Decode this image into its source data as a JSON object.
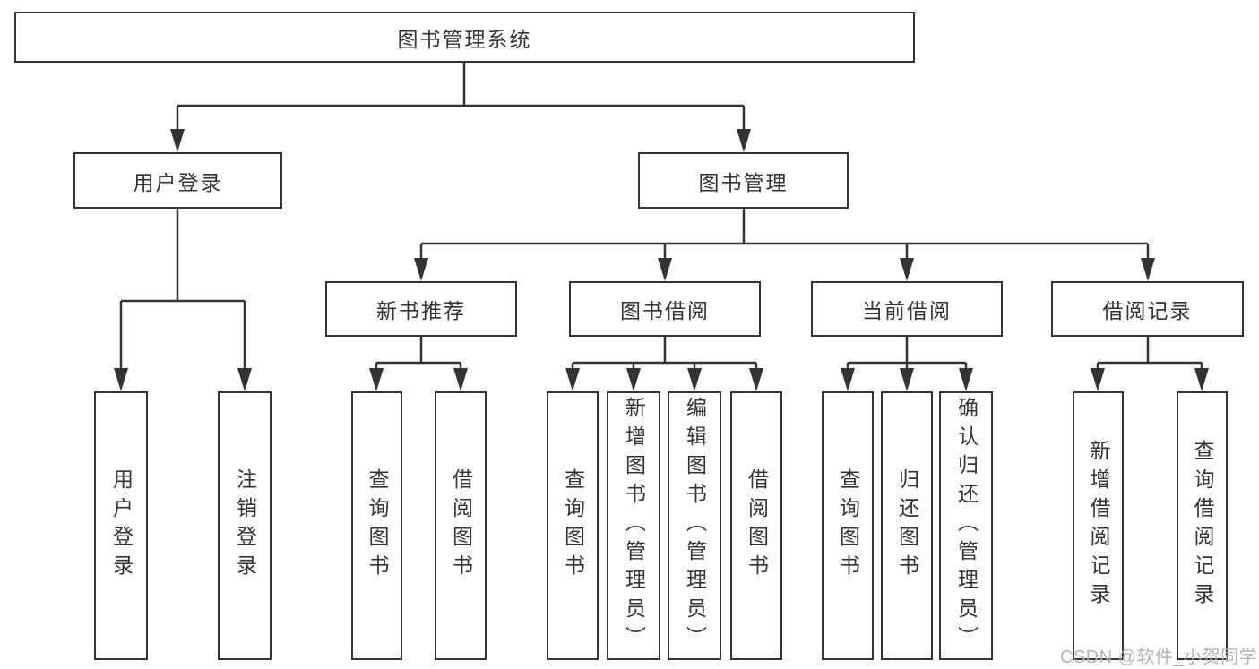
{
  "diagram": {
    "type": "hierarchy-chart",
    "title": "图书管理系统",
    "nodes": {
      "root": {
        "label": "图书管理系统"
      },
      "user_login": {
        "label": "用户登录"
      },
      "book_mgmt": {
        "label": "图书管理"
      },
      "new_book_rec": {
        "label": "新书推荐"
      },
      "book_borrow": {
        "label": "图书借阅"
      },
      "current_borrow": {
        "label": "当前借阅"
      },
      "borrow_records": {
        "label": "借阅记录"
      },
      "leaf_login": {
        "label": "用户登录"
      },
      "leaf_logout": {
        "label": "注销登录"
      },
      "leaf_nb_query": {
        "label": "查询图书"
      },
      "leaf_nb_borrow": {
        "label": "借阅图书"
      },
      "leaf_bb_query": {
        "label": "查询图书"
      },
      "leaf_bb_add": {
        "label": "新增图书（管理员）"
      },
      "leaf_bb_edit": {
        "label": "编辑图书（管理员）"
      },
      "leaf_bb_borrow": {
        "label": "借阅图书"
      },
      "leaf_cb_query": {
        "label": "查询图书"
      },
      "leaf_cb_return": {
        "label": "归还图书"
      },
      "leaf_cb_confirm": {
        "label": "确认归还（管理员）"
      },
      "leaf_br_add": {
        "label": "新增借阅记录"
      },
      "leaf_br_query": {
        "label": "查询借阅记录"
      }
    },
    "edges": [
      {
        "from": "root",
        "to": [
          "user_login",
          "book_mgmt"
        ]
      },
      {
        "from": "user_login",
        "to": [
          "leaf_login",
          "leaf_logout"
        ]
      },
      {
        "from": "book_mgmt",
        "to": [
          "new_book_rec",
          "book_borrow",
          "current_borrow",
          "borrow_records"
        ]
      },
      {
        "from": "new_book_rec",
        "to": [
          "leaf_nb_query",
          "leaf_nb_borrow"
        ]
      },
      {
        "from": "book_borrow",
        "to": [
          "leaf_bb_query",
          "leaf_bb_add",
          "leaf_bb_edit",
          "leaf_bb_borrow"
        ]
      },
      {
        "from": "current_borrow",
        "to": [
          "leaf_cb_query",
          "leaf_cb_return",
          "leaf_cb_confirm"
        ]
      },
      {
        "from": "borrow_records",
        "to": [
          "leaf_br_add",
          "leaf_br_query"
        ]
      }
    ]
  },
  "watermark": "CSDN @软件_小贺同学",
  "colors": {
    "line": "#333333",
    "box_border": "#333333",
    "box_fill": "#ffffff",
    "text": "#333333",
    "watermark": "#b5b5b5",
    "background": "#ffffff"
  }
}
